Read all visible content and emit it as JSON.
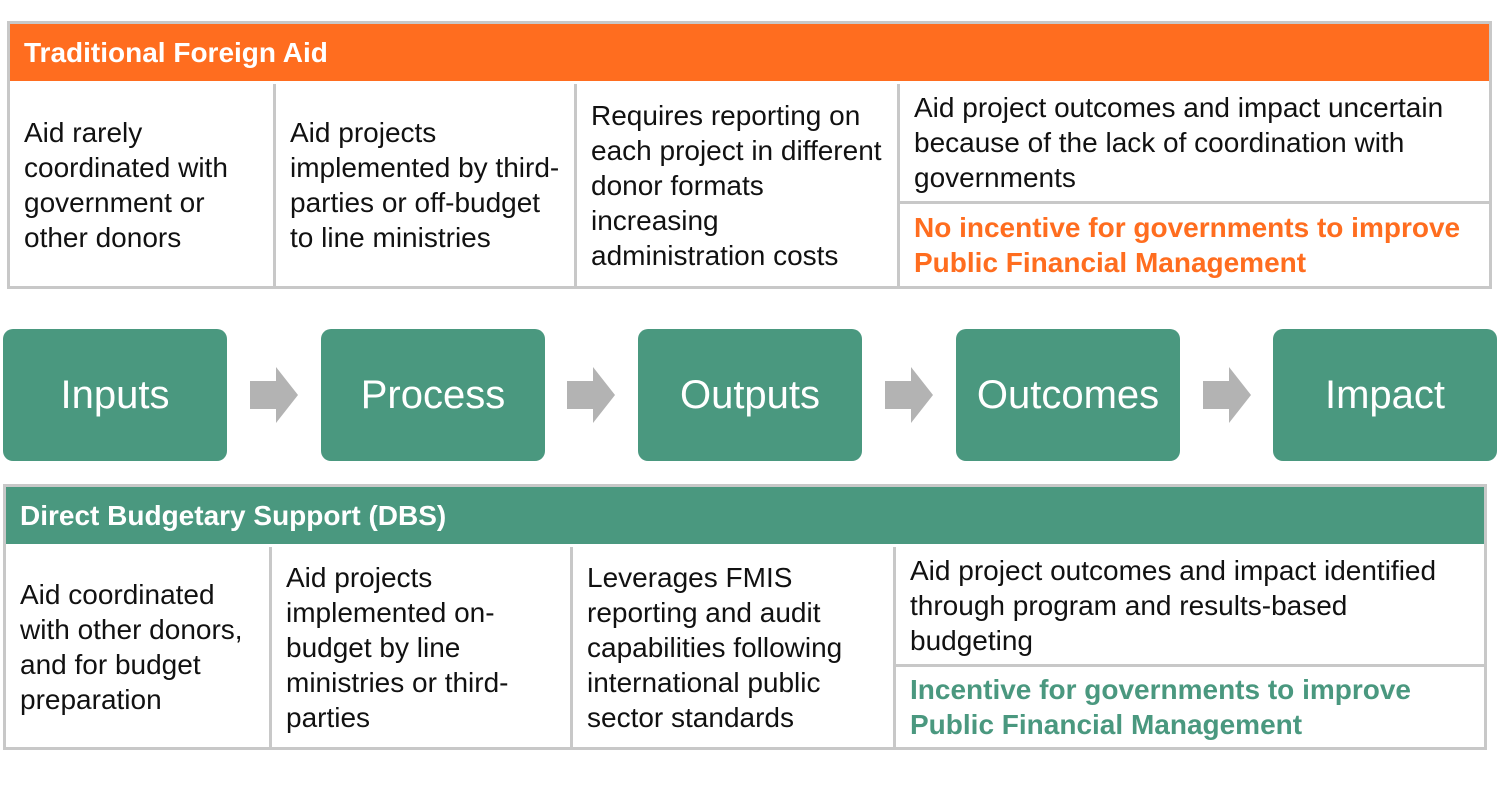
{
  "traditional": {
    "title": "Traditional Foreign Aid",
    "cells": [
      "Aid rarely coordinated with government or other donors",
      "Aid projects implemented by third-parties or off-budget to line ministries",
      "Requires reporting on each project in different donor formats increasing administration costs"
    ],
    "outcome_text": "Aid project outcomes and impact uncertain because of the lack of coordination with governments",
    "highlight": "No incentive for governments to improve Public Financial Management"
  },
  "flow": {
    "steps": [
      "Inputs",
      "Process",
      "Outputs",
      "Outcomes",
      "Impact"
    ]
  },
  "dbs": {
    "title": "Direct Budgetary Support (DBS)",
    "cells": [
      "Aid coordinated with other donors, and for budget preparation",
      "Aid projects implemented on-budget by line ministries or third-parties",
      "Leverages FMIS reporting and audit capabilities following international public sector standards"
    ],
    "outcome_text": "Aid project outcomes and impact identified through program and results-based budgeting",
    "highlight": "Incentive for governments to improve Public Financial Management"
  },
  "colors": {
    "orange": "#ff6d1f",
    "green": "#4a987f",
    "arrow_gray": "#b3b3b3",
    "border_gray": "#c8c8c8"
  }
}
